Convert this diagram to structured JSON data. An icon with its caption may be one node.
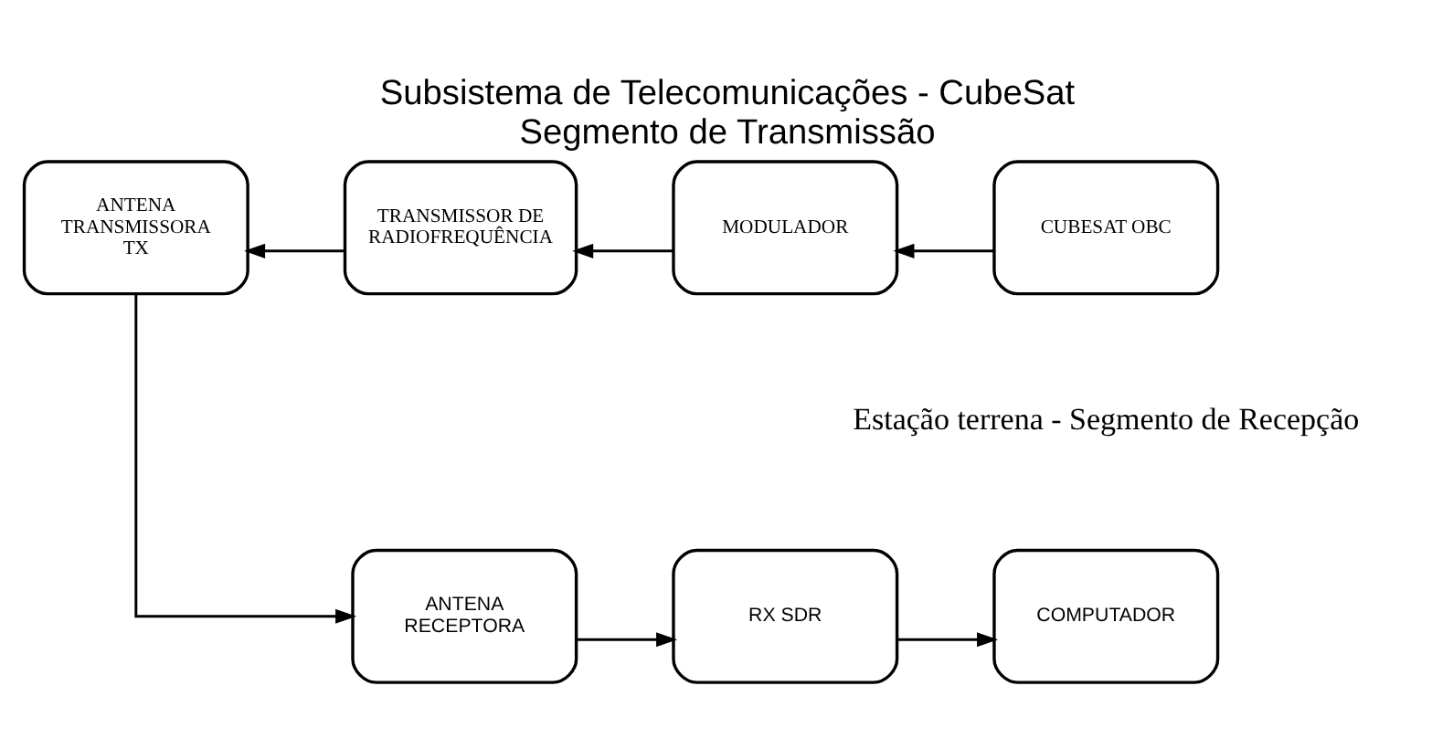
{
  "diagram": {
    "title": "Subsistema de Telecomunicações - CubeSat Segmento de Transmissão",
    "nodes": [
      {
        "text": [
          "ANTENA TRANSMISSORA TX"
        ]
      },
      {
        "text": [
          "TRANSMISSOR DE RADIOFREQUÊNCIA"
        ]
      },
      {
        "text": [
          "MODULADOR"
        ]
      },
      {
        "text": [
          "CUBESAT OBC"
        ]
      },
      {
        "text": [
          "ANTENA RECEPTORA"
        ]
      },
      {
        "text": [
          "RX SDR"
        ]
      },
      {
        "text": [
          "COMPUTADOR"
        ]
      }
    ],
    "edges": [
      {
        "from": 3,
        "to": 2,
        "arrow": "to"
      },
      {
        "from": 2,
        "to": 1,
        "arrow": "to"
      },
      {
        "from": 1,
        "to": 0,
        "arrow": "to"
      },
      {
        "from": 0,
        "to": 4,
        "arrow": "to"
      },
      {
        "from": 4,
        "to": 5,
        "arrow": "to"
      },
      {
        "from": 5,
        "to": 6,
        "arrow": "to"
      }
    ],
    "labels": [
      "Estação terrena - Segmento de Recepção"
    ]
  }
}
